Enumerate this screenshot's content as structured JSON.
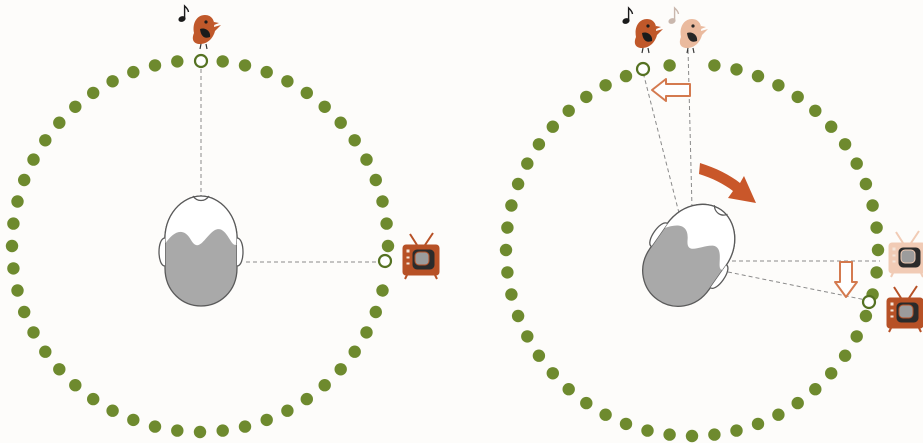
{
  "colors": {
    "background": "#fdfcfa",
    "ring_dot": "#6e8a2e",
    "marker_stroke": "#557222",
    "head_fill": "#a9a9a9",
    "head_outline": "#5a5a5a",
    "guide_line": "#8a8a8a",
    "bird_body": "#c0582a",
    "bird_ghost": "#eab79a",
    "tv_body": "#b75126",
    "tv_ghost": "#f1cbb5",
    "rotation_arrow": "#c9572a",
    "shift_arrow": "#d47a4f"
  },
  "icons": {
    "bird": "bird-icon",
    "note": "music-note-icon",
    "tv": "television-icon",
    "head": "head-icon",
    "rotation_arrow": "rotation-arrow-icon",
    "shift_arrow": "shift-arrow-icon"
  },
  "panels": [
    {
      "id": "upright",
      "head_rotation_deg": 0,
      "ghost_sources": false,
      "shift_arrows": false,
      "rotation_arrow": false
    },
    {
      "id": "rotated",
      "head_rotation_deg": 35,
      "ghost_sources": true,
      "shift_arrows": true,
      "rotation_arrow": true
    }
  ]
}
